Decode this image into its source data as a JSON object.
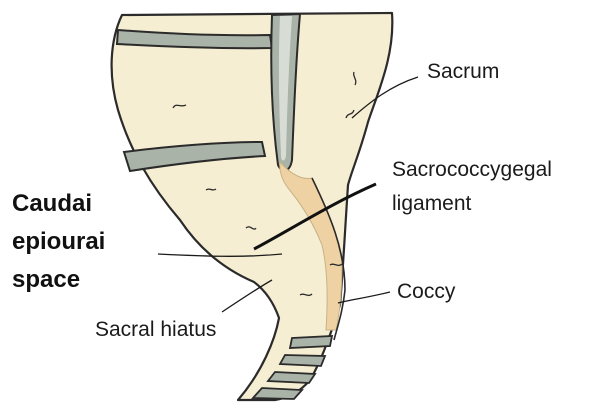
{
  "labels": {
    "sacrum": "Sacrum",
    "ligament_line1": "Sacrococcygegal",
    "ligament_line2": "ligament",
    "caudal_line1": "Caudai",
    "caudal_line2": "epiourai",
    "caudal_line3": "space",
    "coccyx": "Coccy",
    "sacral_hiatus": "Sacral hiatus"
  },
  "colors": {
    "bone_fill": "#f6eed2",
    "disc_fill": "#a9b3a8",
    "canal_fill": "#eed2a4",
    "canal_wall": "#9aa099",
    "outline": "#2b2b2b"
  }
}
